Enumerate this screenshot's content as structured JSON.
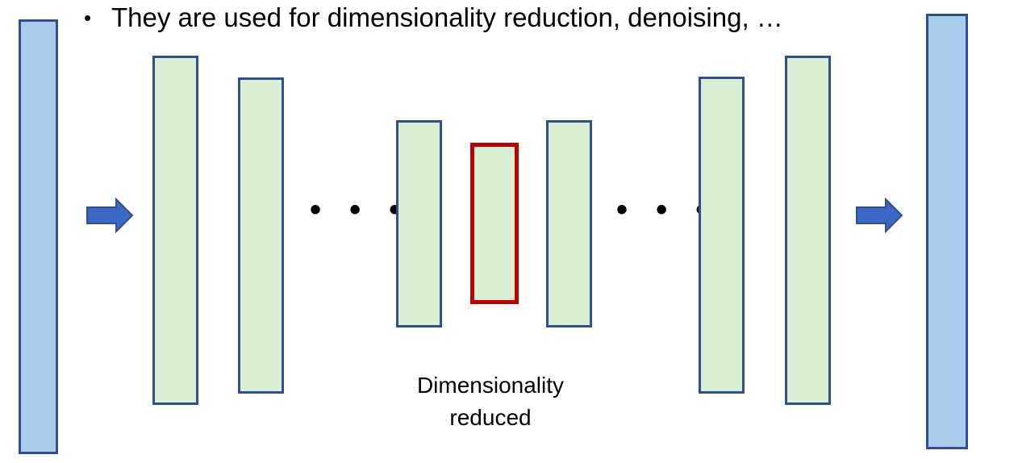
{
  "bullet": {
    "marker": "•",
    "text": "They are used for dimensionality reduction, denoising, …"
  },
  "ellipsis": {
    "left": "• • •",
    "right": "• • •"
  },
  "caption": {
    "line1": "Dimensionality",
    "line2": "reduced"
  },
  "colors": {
    "input_output_fill": "#a9cbec",
    "layer_fill": "#d9efd3",
    "border": "#2f4f8f",
    "bottleneck_border": "#c00000",
    "arrow": "#3a66c4"
  }
}
